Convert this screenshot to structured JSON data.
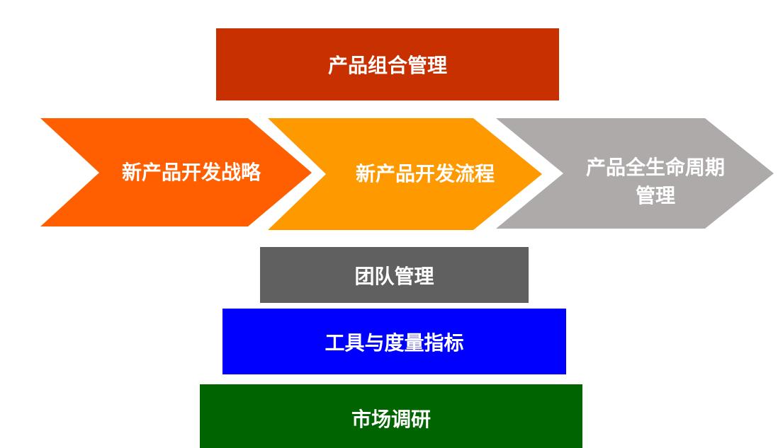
{
  "top": {
    "label": "产品组合管理",
    "color": "#C83000"
  },
  "process": [
    {
      "label": "新产品开发战略",
      "color": "#FF5F00"
    },
    {
      "label": "新产品开发流程",
      "color": "#FF9900"
    },
    {
      "label_line1": "产品全生命周期",
      "label_line2": "管理",
      "color": "#AEAAAA"
    }
  ],
  "foundation": [
    {
      "label": "团队管理",
      "color": "#606060"
    },
    {
      "label": "工具与度量指标",
      "color": "#0000FF"
    },
    {
      "label": "市场调研",
      "color": "#006400"
    }
  ]
}
